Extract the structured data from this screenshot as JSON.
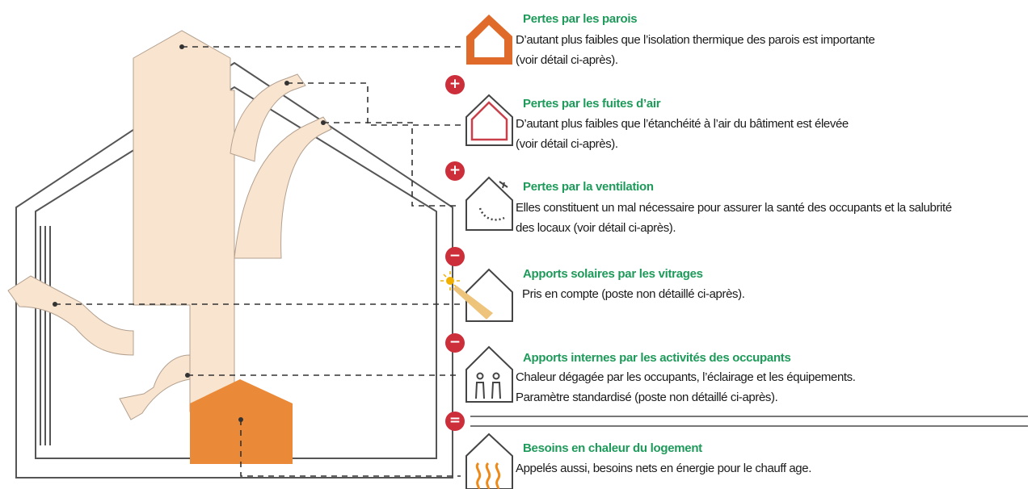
{
  "items": [
    {
      "icon": "house-walls-icon",
      "title": "Pertes par les parois",
      "desc1": "D’autant plus faibles que l’isolation thermique des parois est importante",
      "desc2": "(voir détail ci-après)."
    },
    {
      "icon": "house-air-leak-icon",
      "title": "Pertes par les fuites d’air",
      "desc1": "D’autant plus faibles que l’étanchéité à l’air du bâtiment est élevée",
      "desc2": "(voir détail ci-après)."
    },
    {
      "icon": "house-ventilation-icon",
      "title": "Pertes par la ventilation",
      "desc1": "Elles constituent un mal nécessaire pour assurer la santé des occupants et la salubrité",
      "desc2": "des locaux (voir détail ci-après)."
    },
    {
      "icon": "house-sun-icon",
      "title": "Apports solaires par les vitrages",
      "desc1": "Pris en compte (poste non détaillé ci-après).",
      "desc2": ""
    },
    {
      "icon": "house-occupants-icon",
      "title": "Apports internes par les activités des occupants",
      "desc1": "Chaleur dégagée par les occupants, l’éclairage et les équipements.",
      "desc2": "Paramètre standardisé (poste non détaillé ci-après)."
    },
    {
      "icon": "house-heating-icon",
      "title": "Besoins en chaleur du logement",
      "desc1": "Appelés aussi, besoins nets en énergie pour le chauff age.",
      "desc2": ""
    }
  ],
  "badges": [
    "+",
    "+",
    "−",
    "−",
    "="
  ],
  "colors": {
    "title": "#1e9a5a",
    "badge": "#cc2e3a",
    "flow": "#f8e4cf",
    "heat": "#ea8a38",
    "wall": "#e06a2a"
  }
}
